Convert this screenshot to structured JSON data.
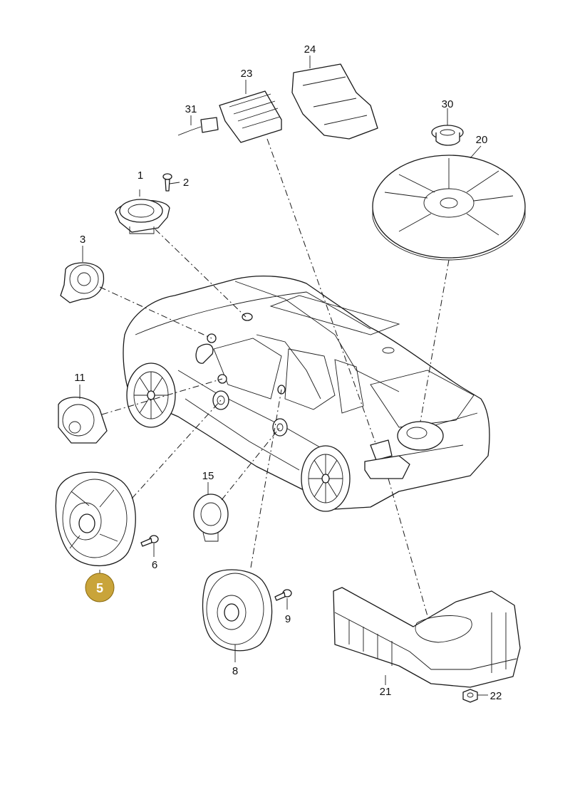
{
  "diagram": {
    "highlight_color": "#c9a43a",
    "line_color": "#1a1a1a",
    "callouts": {
      "p1": "1",
      "p2": "2",
      "p3": "3",
      "p5": "5",
      "p6": "6",
      "p8": "8",
      "p9": "9",
      "p11": "11",
      "p15": "15",
      "p20": "20",
      "p21": "21",
      "p22": "22",
      "p23": "23",
      "p24": "24",
      "p30": "30",
      "p31": "31"
    },
    "highlighted_part": "5"
  }
}
